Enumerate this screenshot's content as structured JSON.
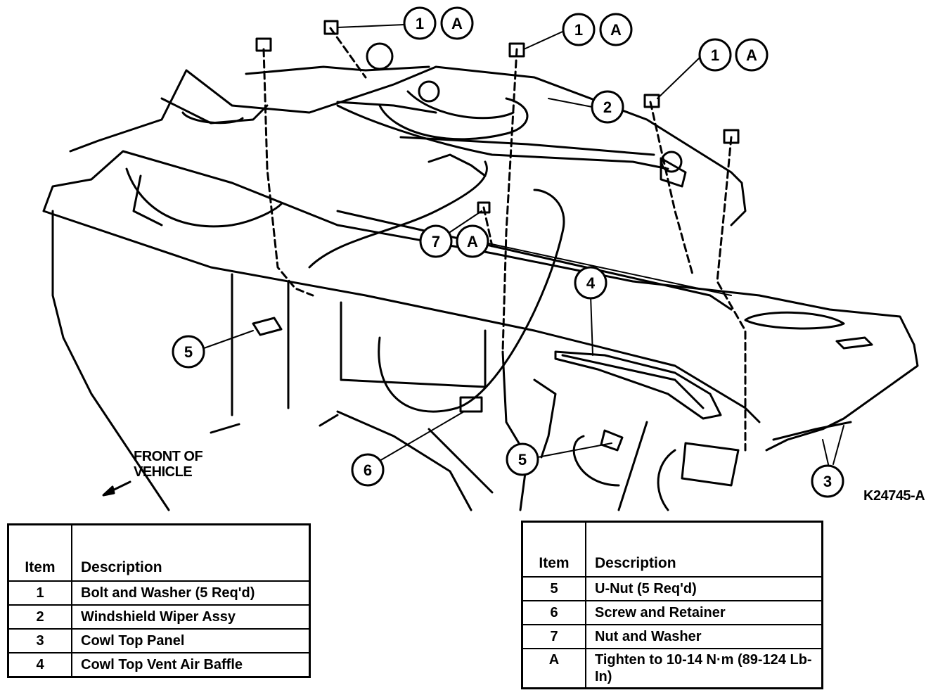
{
  "figure_id": "K24745-A",
  "front_label": [
    "FRONT OF",
    "VEHICLE"
  ],
  "callouts": [
    {
      "num": "1",
      "letter": "A"
    },
    {
      "num": "1",
      "letter": "A"
    },
    {
      "num": "1",
      "letter": "A"
    },
    {
      "num": "2"
    },
    {
      "num": "3"
    },
    {
      "num": "4"
    },
    {
      "num": "5"
    },
    {
      "num": "5"
    },
    {
      "num": "6"
    },
    {
      "num": "7",
      "letter": "A"
    }
  ],
  "legend_left": {
    "header_item": "Item",
    "header_desc": "Description",
    "rows": [
      {
        "item": "1",
        "desc": "Bolt and Washer (5 Req'd)"
      },
      {
        "item": "2",
        "desc": "Windshield Wiper Assy"
      },
      {
        "item": "3",
        "desc": "Cowl Top Panel"
      },
      {
        "item": "4",
        "desc": "Cowl Top Vent Air Baffle"
      }
    ]
  },
  "legend_right": {
    "header_item": "Item",
    "header_desc": "Description",
    "rows": [
      {
        "item": "5",
        "desc": "U-Nut (5 Req'd)"
      },
      {
        "item": "6",
        "desc": "Screw and Retainer"
      },
      {
        "item": "7",
        "desc": "Nut and Washer"
      },
      {
        "item": "A",
        "desc": "Tighten to 10-14 N·m (89-124 Lb-In)"
      }
    ]
  }
}
